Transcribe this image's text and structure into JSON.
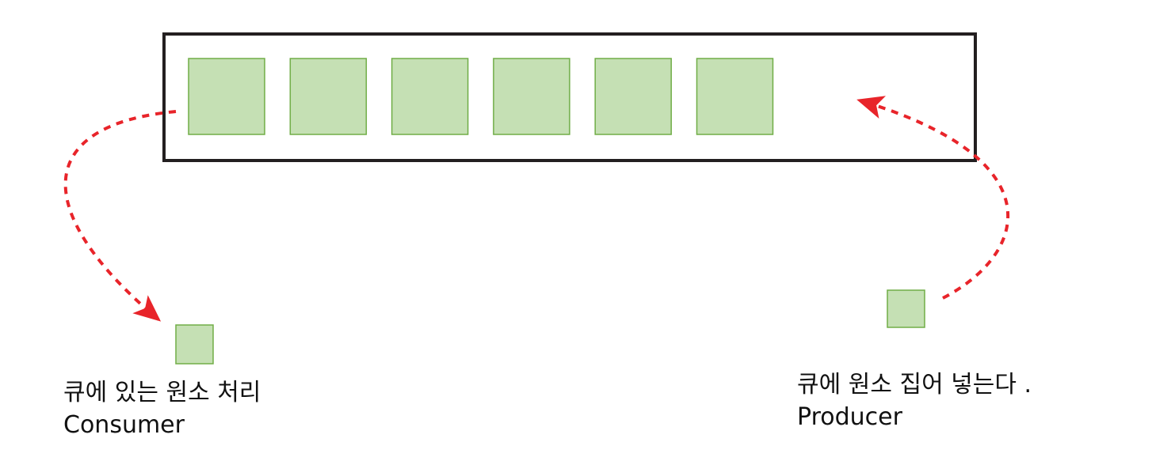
{
  "diagram": {
    "queue_item_count": 6,
    "consumer": {
      "line1": "큐에 있는 원소 처리",
      "line2": "Consumer"
    },
    "producer": {
      "line1": "큐에 원소 집어 넣는다 .",
      "line2": "Producer"
    }
  },
  "colors": {
    "queue_border": "#231f20",
    "item_fill": "#c5e0b4",
    "item_stroke": "#70ad47",
    "arrow": "#e8242a",
    "text": "#111111"
  }
}
